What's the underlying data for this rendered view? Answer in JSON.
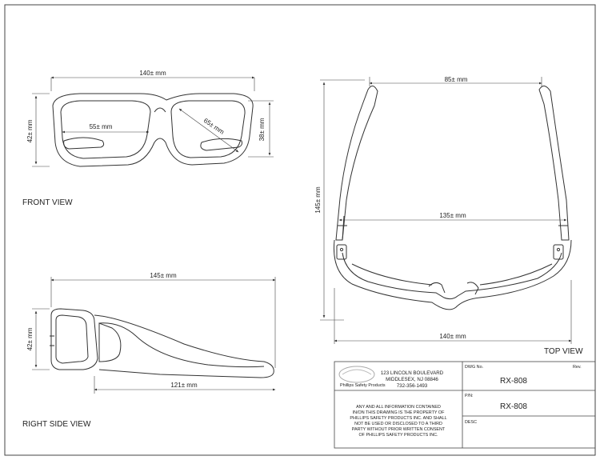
{
  "views": {
    "front": "FRONT VIEW",
    "top": "TOP VIEW",
    "side": "RIGHT SIDE VIEW"
  },
  "dims": {
    "front_width": "140± mm",
    "front_height": "42± mm",
    "lens_width": "55± mm",
    "lens_diagonal": "65± mm",
    "lens_height": "38± mm",
    "top_hinge_width": "85± mm",
    "top_temple_length": "145± mm",
    "top_inner_width": "135± mm",
    "top_front_width": "140± mm",
    "side_length": "145± mm",
    "side_height": "42± mm",
    "side_temple": "121± mm"
  },
  "title_block": {
    "address": [
      "123 LINCOLN BOULEVARD",
      "MIDDLESEX, NJ 08846",
      "732-356-1493"
    ],
    "logo_caption": "Phillips Safety Products",
    "notice": [
      "ANY AND ALL INFORMATION CONTAINED",
      "IN/ON THIS DRAWING IS THE PROPERTY OF",
      "PHILLIPS SAFETY PRODUCTS INC. AND SHALL",
      "NOT BE USED OR DISCLOSED TO A THIRD",
      "PARTY WITHOUT PRIOR WRITTEN CONSENT",
      "OF PHILLIPS SAFETY PRODUCTS INC."
    ],
    "dwg_label": "DWG No.",
    "rev_label": "Rev.",
    "dwg_value": "RX-808",
    "pn_label": "P/N:",
    "pn_value": "RX-808",
    "desc_label": "DESC"
  }
}
